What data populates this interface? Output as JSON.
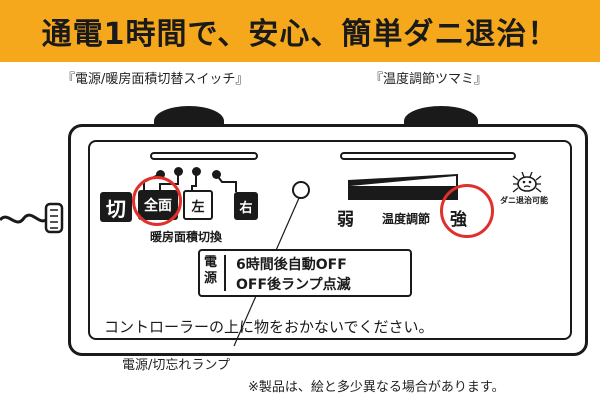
{
  "banner": {
    "headline": "通電1時間で、安心、簡単ダニ退治！"
  },
  "callouts": {
    "switch": "『電源/暖房面積切替スイッチ』",
    "dial": "『温度調節ツマミ』",
    "lamp": "電源/切忘れランプ"
  },
  "panel": {
    "buttons": {
      "off": "切",
      "full": "全面",
      "left": "左",
      "right": "右"
    },
    "area_label": "暖房面積切換",
    "temp": {
      "weak": "弱",
      "label": "温度調節",
      "strong": "強"
    },
    "mite_label": "ダニ退治可能",
    "power_label_top": "電",
    "power_label_bottom": "源",
    "info_line1": "6時間後自動OFF",
    "info_line2": "OFF後ランプ点滅",
    "warning": "コントローラーの上に物をおかないでください。"
  },
  "footnote": "※製品は、絵と多少異なる場合があります。",
  "colors": {
    "banner": "#f5a81c",
    "highlight": "#e0302a",
    "ink": "#1a1a1a"
  }
}
